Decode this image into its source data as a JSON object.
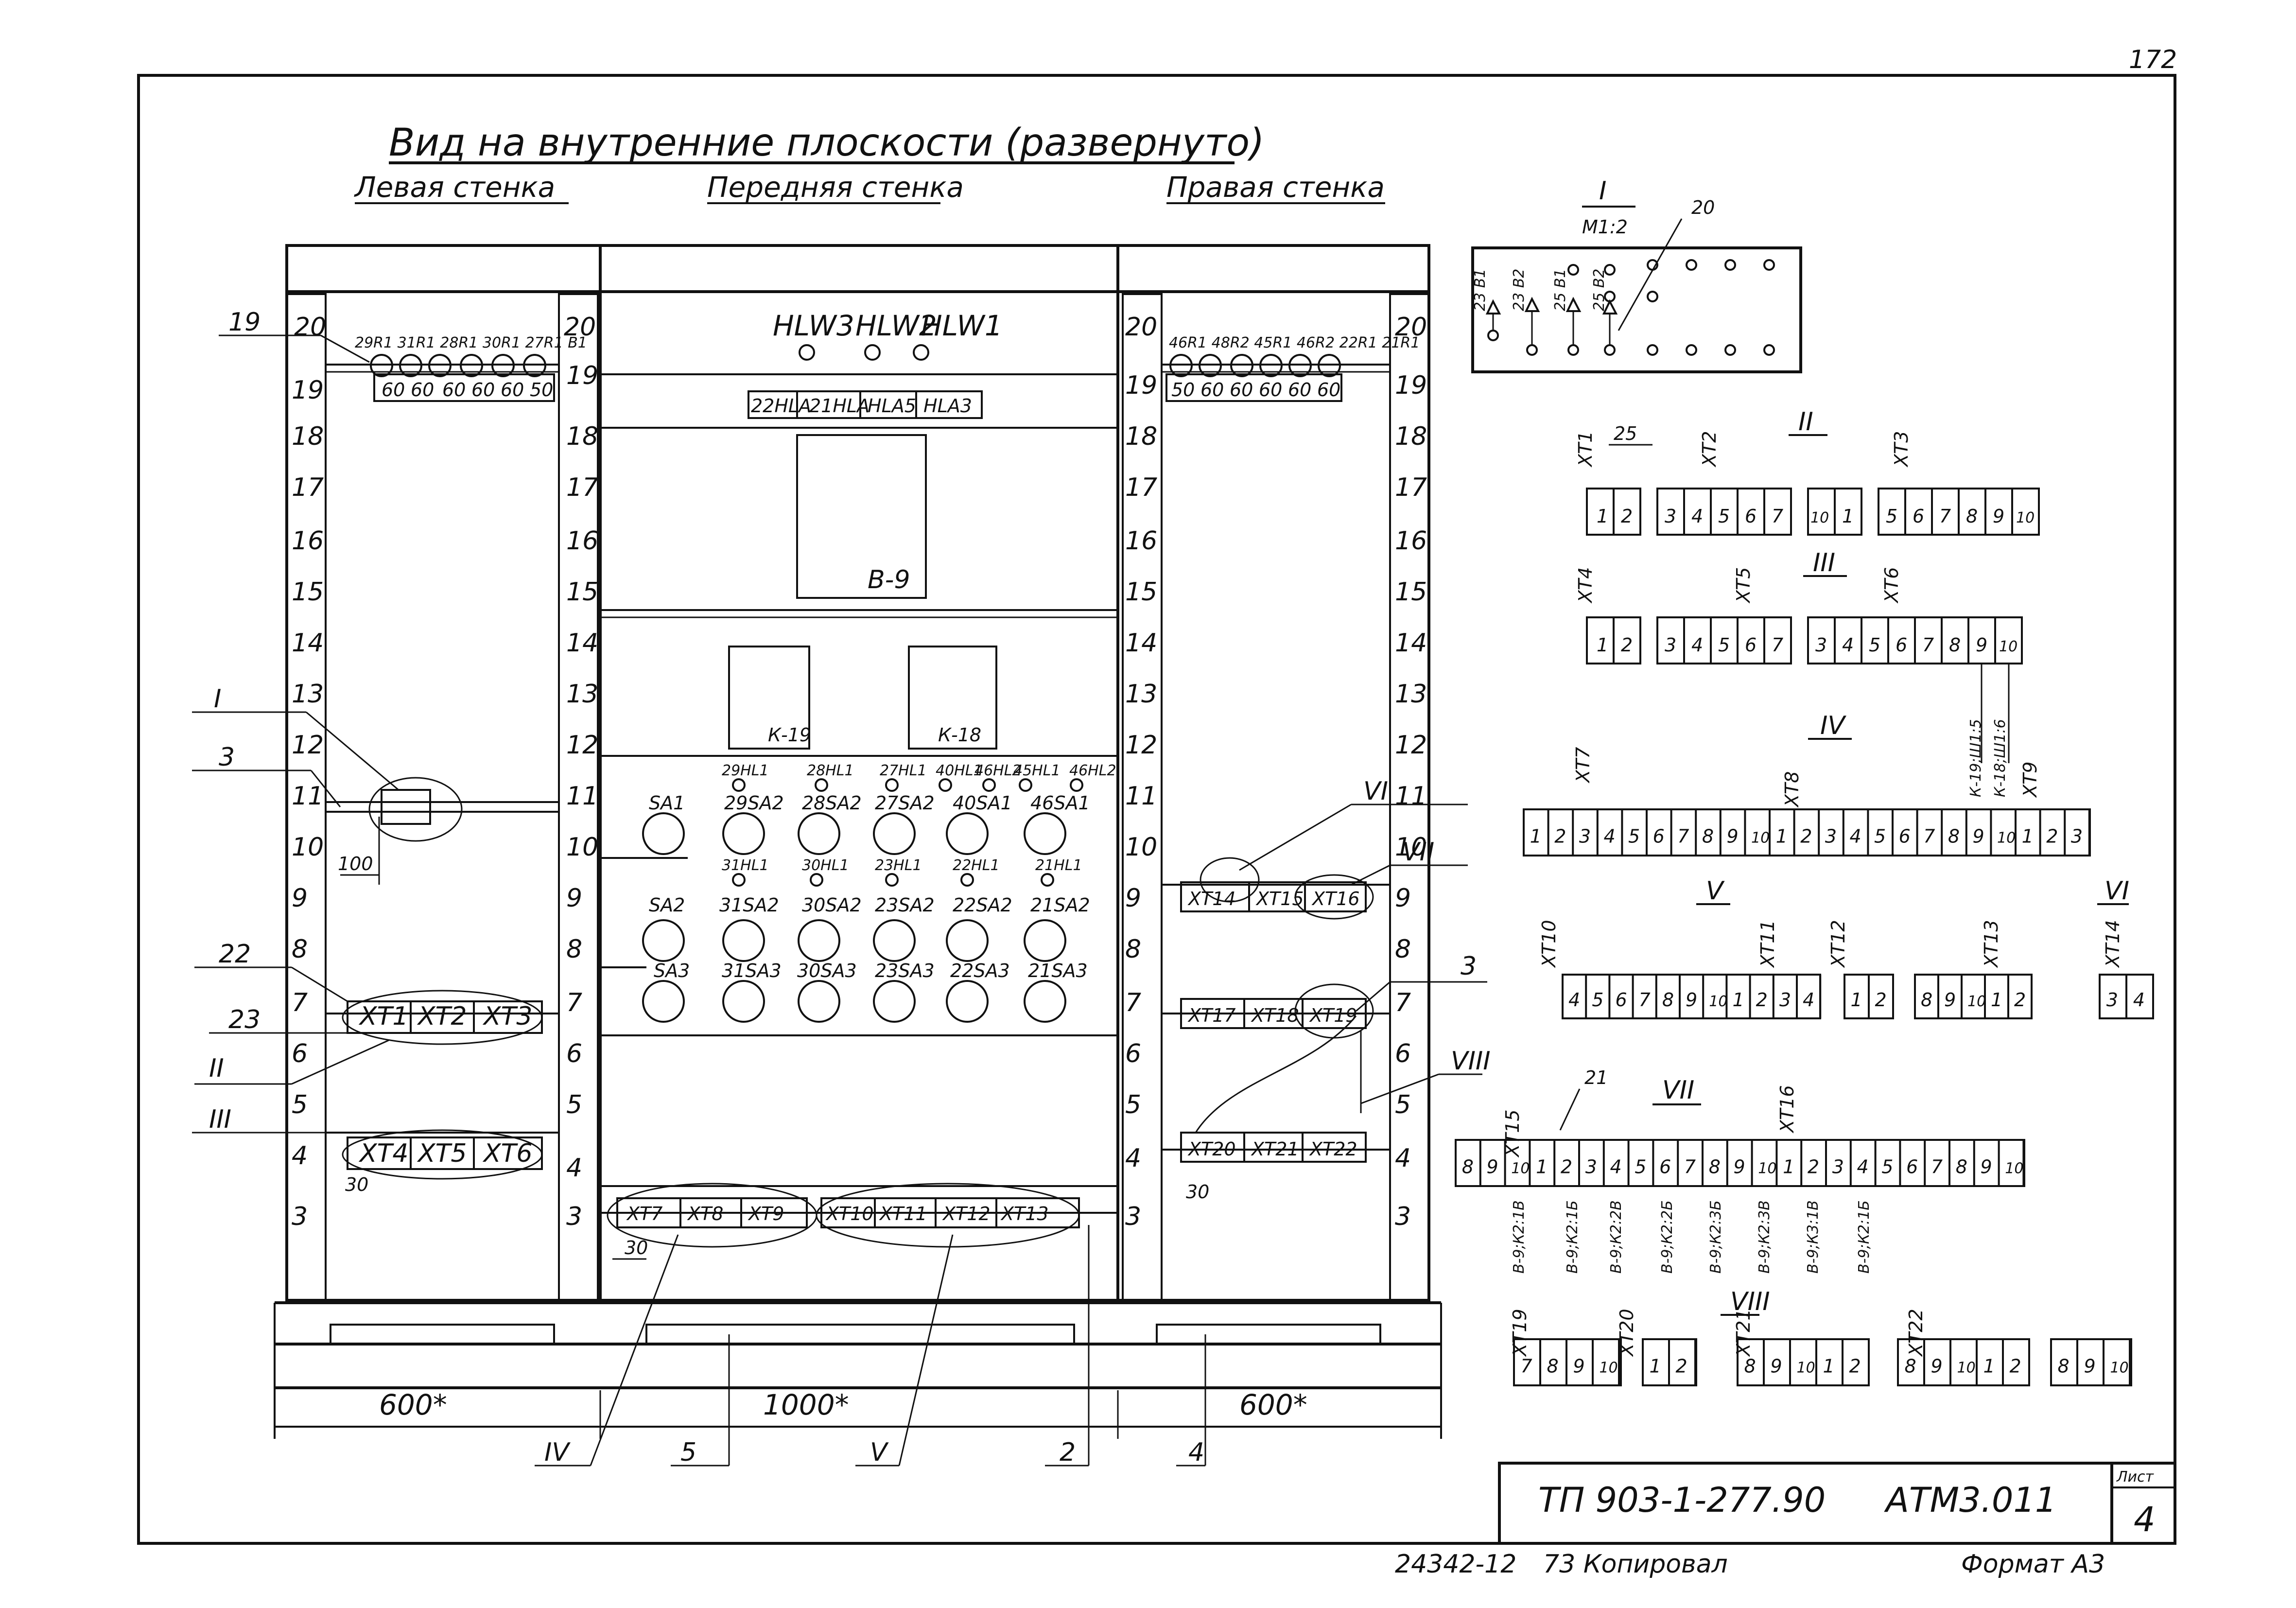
{
  "page_number": "172",
  "title": "Вид на внутренние плоскости (развернуто)",
  "walls": {
    "left": "Левая стенка",
    "front": "Передняя стенка",
    "right": "Правая стенка"
  },
  "scale_numbers": [
    "20",
    "19",
    "18",
    "17",
    "16",
    "15",
    "14",
    "13",
    "12",
    "11",
    "10",
    "9",
    "8",
    "7",
    "6",
    "5",
    "4",
    "3"
  ],
  "left_wall": {
    "lamp_labels": "29R1 31R1 28R1 30R1 27R1 B1",
    "resistor_values": [
      "60",
      "60",
      "60",
      "60",
      "60",
      "50"
    ],
    "terminals_row1": [
      "XT1",
      "XT2",
      "XT3"
    ],
    "terminals_row2": [
      "XT4",
      "XT5",
      "XT6"
    ],
    "dim_100": "100",
    "dim_30": "30"
  },
  "front_wall": {
    "hlw_labels": [
      "HLW3",
      "HLW2",
      "HLW1"
    ],
    "hla_labels": [
      "22HLA",
      "21HLA",
      "HLA5",
      "HLA3"
    ],
    "devices": {
      "b9": "В-9",
      "k19": "К-19",
      "k18": "К-18"
    },
    "row1_hl": [
      "29HL1",
      "28HL1",
      "27HL1",
      "40HL1",
      "46HL2",
      "45HL1",
      "46HL2"
    ],
    "row1_sa": [
      "SA1",
      "29SA2",
      "28SA2",
      "27SA2",
      "40SA1",
      "46SA1"
    ],
    "row2_hl": [
      "31HL1",
      "30HL1",
      "23HL1",
      "22HL1",
      "21HL1"
    ],
    "row2_sa": [
      "SA2",
      "31SA2",
      "30SA2",
      "23SA2",
      "22SA2",
      "21SA2"
    ],
    "row3_sa": [
      "SA3",
      "31SA3",
      "30SA3",
      "23SA3",
      "22SA3",
      "21SA3"
    ],
    "bottom_terminals": [
      "XT7",
      "XT8",
      "XT9",
      "XT10",
      "XT11",
      "XT12",
      "XT13"
    ],
    "dim_30": "30"
  },
  "right_wall": {
    "lamp_labels": "46R1 48R2 45R1 46R2 22R1 21R1",
    "resistor_values": [
      "50",
      "60",
      "60",
      "60",
      "60",
      "60"
    ],
    "terminals_row1": [
      "XT14",
      "XT15",
      "XT16"
    ],
    "terminals_row2": [
      "XT17",
      "XT18",
      "XT19"
    ],
    "terminals_row3": [
      "XT20",
      "XT21",
      "XT22"
    ],
    "dim_30": "30"
  },
  "callouts": {
    "c19": "19",
    "c20": "20",
    "cI": "I",
    "c3": "3",
    "c22": "22",
    "c23": "23",
    "cII": "II",
    "cIII": "III",
    "cVI": "VI",
    "cVII": "VII",
    "c3r": "3",
    "cVIII": "VIII",
    "cIV": "IV",
    "c5": "5",
    "cV": "V",
    "c2": "2",
    "c4": "4"
  },
  "dimensions": {
    "left": "600*",
    "middle": "1000*",
    "right": "600*"
  },
  "detail_I": {
    "label": "I",
    "scale": "M1:2",
    "diodes": [
      "23 В1",
      "23 В2",
      "25 В1",
      "25 В2"
    ],
    "callout": "20"
  },
  "detail_II": {
    "label": "II",
    "callout": "25",
    "blocks": [
      {
        "name": "XT1",
        "cells": [
          "1",
          "2"
        ]
      },
      {
        "name": "XT2",
        "cells": [
          "3",
          "4",
          "5",
          "6",
          "7"
        ]
      },
      {
        "name": "",
        "cells": [
          "10",
          "1"
        ]
      },
      {
        "name": "XT3",
        "cells": [
          "5",
          "6",
          "7",
          "8",
          "9",
          "10"
        ]
      }
    ]
  },
  "detail_III": {
    "label": "III",
    "blocks": [
      {
        "name": "XT4",
        "cells": [
          "1",
          "2"
        ]
      },
      {
        "name": "XT5",
        "cells": [
          "3",
          "4",
          "5",
          "6",
          "7"
        ]
      },
      {
        "name": "XT6",
        "cells": [
          "3",
          "4",
          "5",
          "6",
          "7",
          "8",
          "9",
          "10"
        ]
      }
    ],
    "wire_notes": [
      "К-19;Ш1:5",
      "К-18;Ш1:6"
    ]
  },
  "detail_IV": {
    "label": "IV",
    "names": [
      "XT7",
      "XT8",
      "XT9"
    ],
    "cells": [
      "1",
      "2",
      "3",
      "4",
      "5",
      "6",
      "7",
      "8",
      "9",
      "10",
      "1",
      "2",
      "3",
      "4",
      "5",
      "6",
      "7",
      "8",
      "9",
      "10",
      "1",
      "2",
      "3"
    ]
  },
  "detail_V": {
    "label": "V",
    "label2": "VI",
    "names": [
      "XT10",
      "XT11",
      "XT12",
      "XT13",
      "XT14"
    ],
    "group1": [
      "4",
      "5",
      "6",
      "7",
      "8",
      "9",
      "10",
      "1",
      "2",
      "3",
      "4"
    ],
    "group2": [
      "1",
      "2"
    ],
    "group3": [
      "8",
      "9",
      "10",
      "1",
      "2"
    ],
    "group4": [
      "3",
      "4"
    ]
  },
  "detail_VII": {
    "label": "VII",
    "callout": "21",
    "names": [
      "XT15",
      "XT16"
    ],
    "cells": [
      "8",
      "9",
      "10",
      "1",
      "2",
      "3",
      "4",
      "5",
      "6",
      "7",
      "8",
      "9",
      "10",
      "1",
      "2",
      "3",
      "4",
      "5",
      "6",
      "7",
      "8",
      "9",
      "10"
    ],
    "wire_notes": [
      "В-9;К2:1В",
      "В-9;К2:1Б",
      "В-9;К2:2В",
      "В-9;К2:2Б",
      "В-9;К2:3Б",
      "В-9;К2:3В",
      "В-9;К3:1В",
      "В-9;К2:1Б"
    ]
  },
  "detail_VIII": {
    "label": "VIII",
    "names": [
      "XT19",
      "XT20",
      "XT21",
      "XT22"
    ],
    "groups": [
      [
        "7",
        "8",
        "9",
        "10"
      ],
      [
        "1",
        "2"
      ],
      [
        "8",
        "9",
        "10",
        "1",
        "2"
      ],
      [
        "8",
        "9",
        "10",
        "1",
        "2"
      ],
      [
        "8",
        "9",
        "10"
      ]
    ]
  },
  "title_block": {
    "doc_code": "ТП 903-1-277.90",
    "sheet_code": "АТМ3.011",
    "sheet_label": "Лист",
    "sheet_number": "4"
  },
  "footer": {
    "inventory": "24342-12",
    "copied": "73 Копировал",
    "format": "Формат А3"
  }
}
